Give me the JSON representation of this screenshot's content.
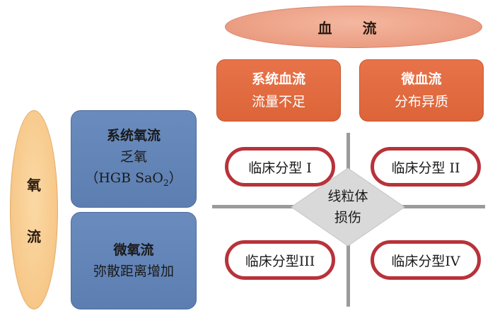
{
  "top": {
    "label": "血 流"
  },
  "left": {
    "char1": "氧",
    "char2": "流"
  },
  "blood_boxes": [
    {
      "title": "系统血流",
      "subtitle": "流量不足"
    },
    {
      "title": "微血流",
      "subtitle": "分布异质"
    }
  ],
  "oxygen_boxes": {
    "systemic": {
      "title": "系统氧流",
      "line1": "乏氧",
      "line2_prefix": "（HGB SaO",
      "line2_sub": "2",
      "line2_suffix": "）"
    },
    "micro": {
      "title": "微氧流",
      "line1": "弥散距离增加"
    }
  },
  "center": {
    "line1": "线粒体",
    "line2": "损伤"
  },
  "types": [
    "临床分型 I",
    "临床分型 II",
    "临床分型III",
    "临床分型IV"
  ],
  "colors": {
    "orange": "#e06a3e",
    "blue": "#5f81b4",
    "pill_border": "#b8323a",
    "top_ellipse": "#eca186",
    "left_ellipse": "#f7c98b",
    "cross": "#9a9a9a",
    "diamond": "#d9d9d9"
  }
}
